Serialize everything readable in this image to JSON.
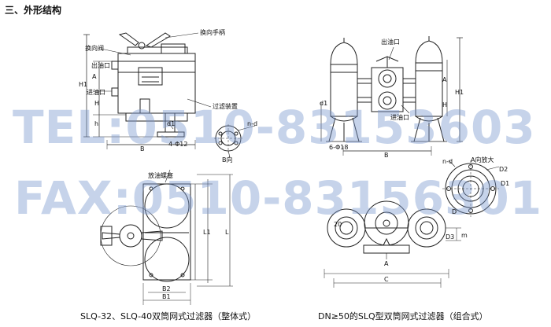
{
  "section_heading": "三、外形结构",
  "watermark": {
    "tel": "TEL:0510-83153603",
    "fax": "FAX:0510-83156301",
    "color": "#8ea6d6"
  },
  "captions": {
    "left": "SLQ-32、SLQ-40双筒网式过滤器（整体式）",
    "right": "DN≥50的SLQ型双筒网式过滤器（组合式）"
  },
  "labels": {
    "left_top": {
      "handle": "换向手柄",
      "valve": "换向阀",
      "outlet": "出油口",
      "inlet": "进油口",
      "filter_device": "过滤装置",
      "H1": "H1",
      "H": "H",
      "A": "A",
      "h": "h",
      "B": "B",
      "d1": "d1",
      "bolt_holes": "4-Φ12",
      "n_d": "n-d",
      "view_b": "B向"
    },
    "right_top": {
      "outlet": "出油口",
      "inlet": "进油口",
      "H1": "H1",
      "A": "A",
      "H": "H",
      "d1": "d1",
      "bolt_holes": "6-Φ18",
      "B": "B"
    },
    "left_bottom": {
      "drain_plug": "放油螺塞",
      "L1": "L1",
      "L": "L",
      "B2": "B2",
      "B1": "B1"
    },
    "right_bottom": {
      "n_d": "n-d",
      "view_a": "A向放大",
      "D2": "D2",
      "D1": "D1",
      "D": "D",
      "D3": "D3",
      "m": "m",
      "A": "A",
      "C": "C",
      "dim_20": "20"
    }
  }
}
